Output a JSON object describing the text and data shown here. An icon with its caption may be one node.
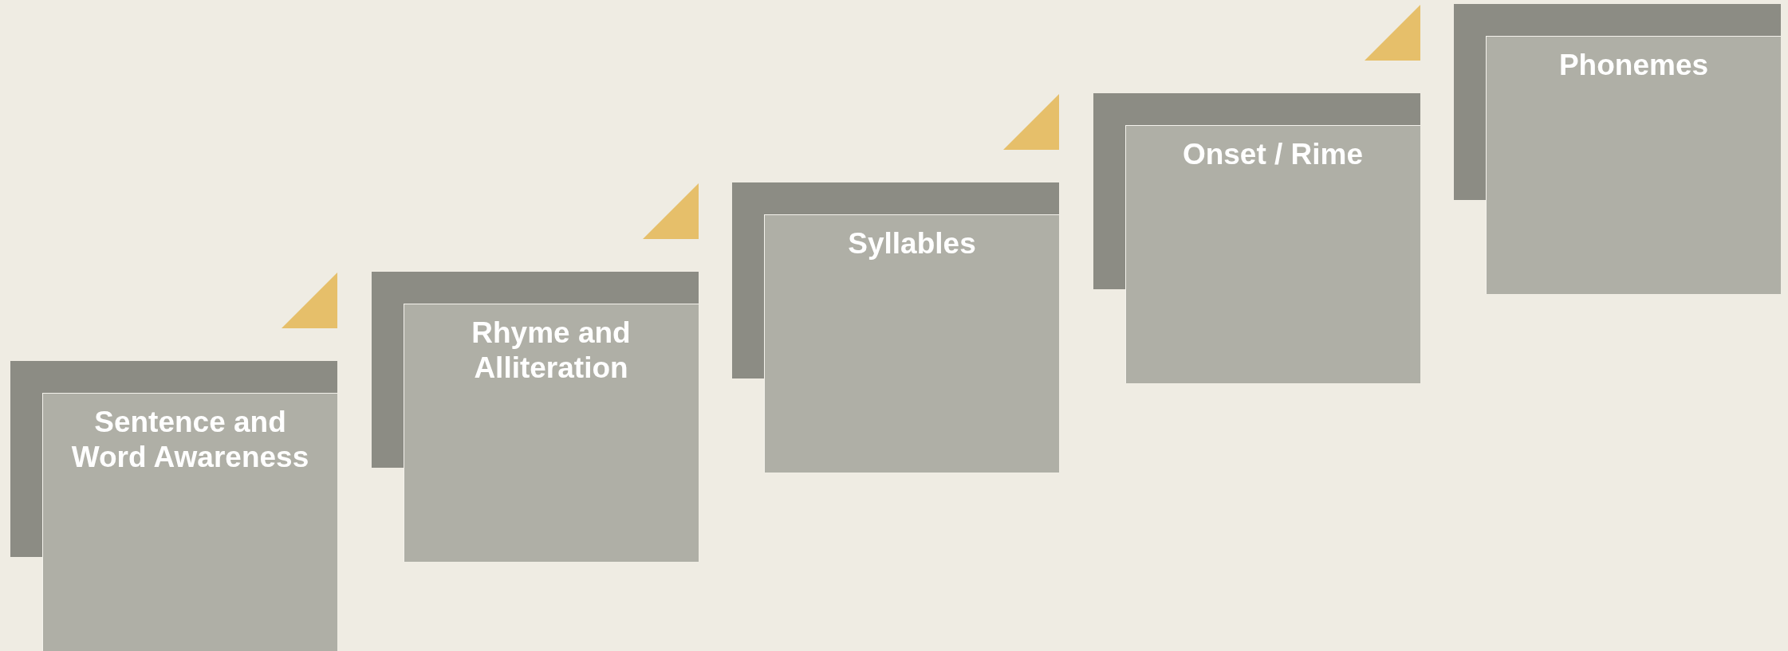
{
  "diagram": {
    "nodes": [
      {
        "text": [
          "Sentence and Word Awareness"
        ]
      },
      {
        "text": [
          "Rhyme and Alliteration"
        ]
      },
      {
        "text": [
          "Syllables"
        ]
      },
      {
        "text": [
          "Onset / Rime"
        ]
      },
      {
        "text": [
          "Phonemes"
        ]
      }
    ]
  }
}
